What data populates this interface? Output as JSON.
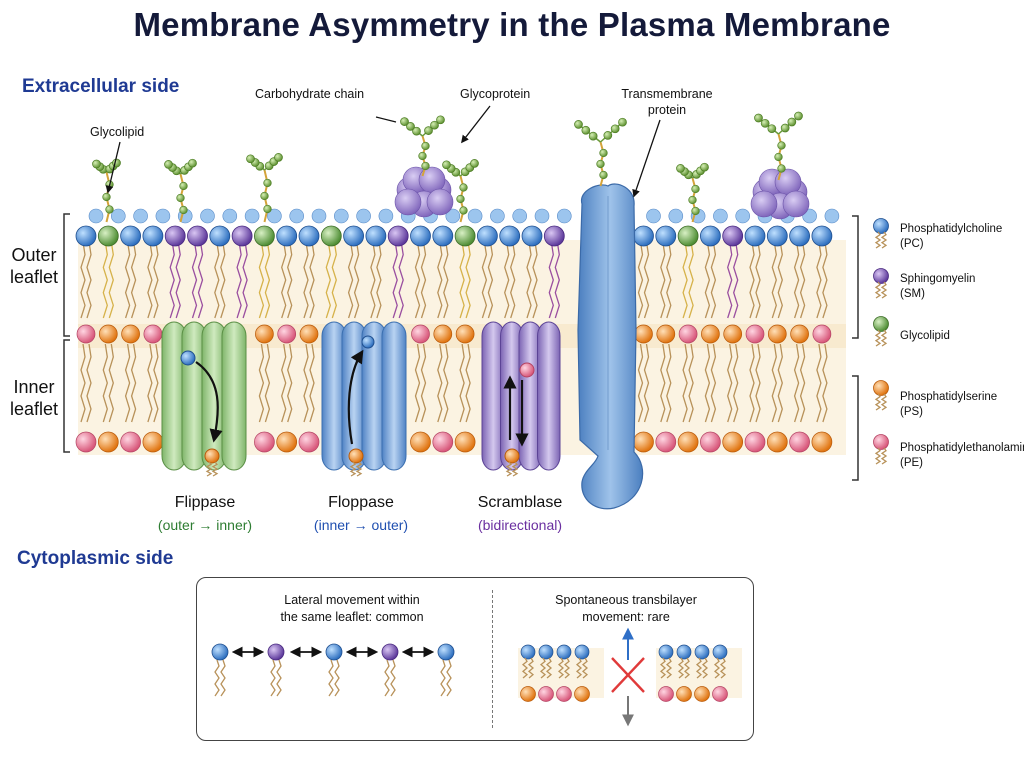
{
  "title": "Membrane Asymmetry in the Plasma Membrane",
  "sides": {
    "extracellular": "Extracellular side",
    "cytoplasmic": "Cytoplasmic side"
  },
  "leaflets": {
    "outer_line1": "Outer",
    "outer_line2": "leaflet",
    "inner_line1": "Inner",
    "inner_line2": "leaflet"
  },
  "callouts": {
    "glycolipid": "Glycolipid",
    "carbohydrate_chain": "Carbohydrate chain",
    "glycoprotein": "Glycoprotein",
    "transmembrane_line1": "Transmembrane",
    "transmembrane_line2": "protein"
  },
  "legend": [
    {
      "name": "Phosphatidylcholine",
      "abbr": "(PC)",
      "color": "#3f86d6"
    },
    {
      "name": "Sphingomyelin",
      "abbr": "(SM)",
      "color": "#7b52b8"
    },
    {
      "name": "Glycolipid",
      "abbr": "",
      "color": "#6aa84f"
    },
    {
      "name": "Phosphatidylserine",
      "abbr": "(PS)",
      "color": "#f28c28"
    },
    {
      "name": "Phosphatidylethanolamine",
      "abbr": "(PE)",
      "color": "#e8718f"
    }
  ],
  "enzymes": [
    {
      "name": "Flippase",
      "direction": "(outer → inner)",
      "color": "#2e7d32"
    },
    {
      "name": "Floppase",
      "direction": "(inner → outer)",
      "color": "#1f4fb0"
    },
    {
      "name": "Scramblase",
      "direction": "(bidirectional)",
      "color": "#6a2fa0"
    }
  ],
  "box": {
    "left_line1": "Lateral movement within",
    "left_line2": "the same leaflet: common",
    "right_line1": "Spontaneous transbilayer",
    "right_line2": "movement: rare"
  },
  "colors": {
    "pc": "#3f86d6",
    "sm": "#7b52b8",
    "glycolipid": "#6aa84f",
    "ps": "#f28c28",
    "pe": "#e8718f",
    "flippase": "#9ccc8a",
    "floppase": "#7ea9dd",
    "scramblase": "#9b86c9",
    "transmembrane": "#6e9fd6",
    "glycoprotein": "#9d86cf",
    "sugar": "#7fb04a"
  }
}
